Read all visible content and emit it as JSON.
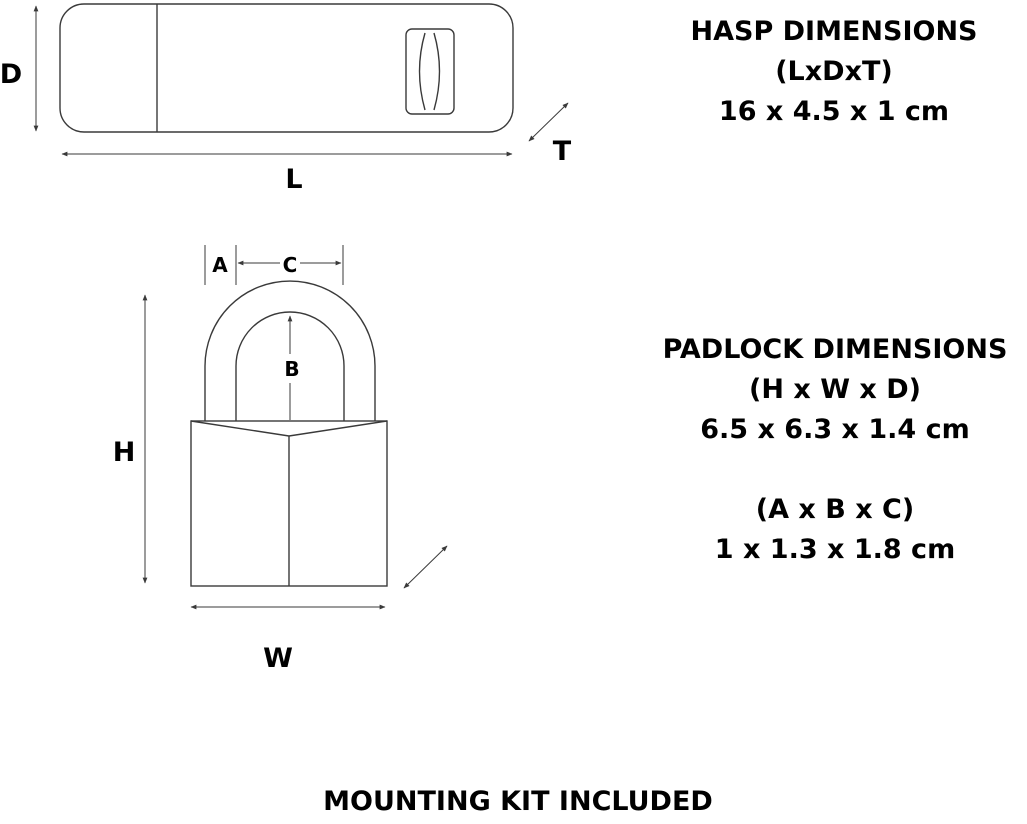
{
  "colors": {
    "stroke": "#3a3a3a",
    "text": "#000000",
    "background": "#ffffff"
  },
  "hasp": {
    "label_d": "D",
    "label_l": "L",
    "label_t": "T",
    "title": "HASP DIMENSIONS",
    "format": "(LxDxT)",
    "values": "16 x 4.5 x 1 cm"
  },
  "padlock": {
    "label_a": "A",
    "label_b": "B",
    "label_c": "C",
    "label_h": "H",
    "label_w": "W",
    "title": "PADLOCK DIMENSIONS",
    "format": "(H x W x D)",
    "values": "6.5 x 6.3 x 1.4 cm",
    "shackle_format": "(A x B x C)",
    "shackle_values": "1 x 1.3 x 1.8 cm"
  },
  "footer": {
    "text": "MOUNTING KIT INCLUDED"
  }
}
